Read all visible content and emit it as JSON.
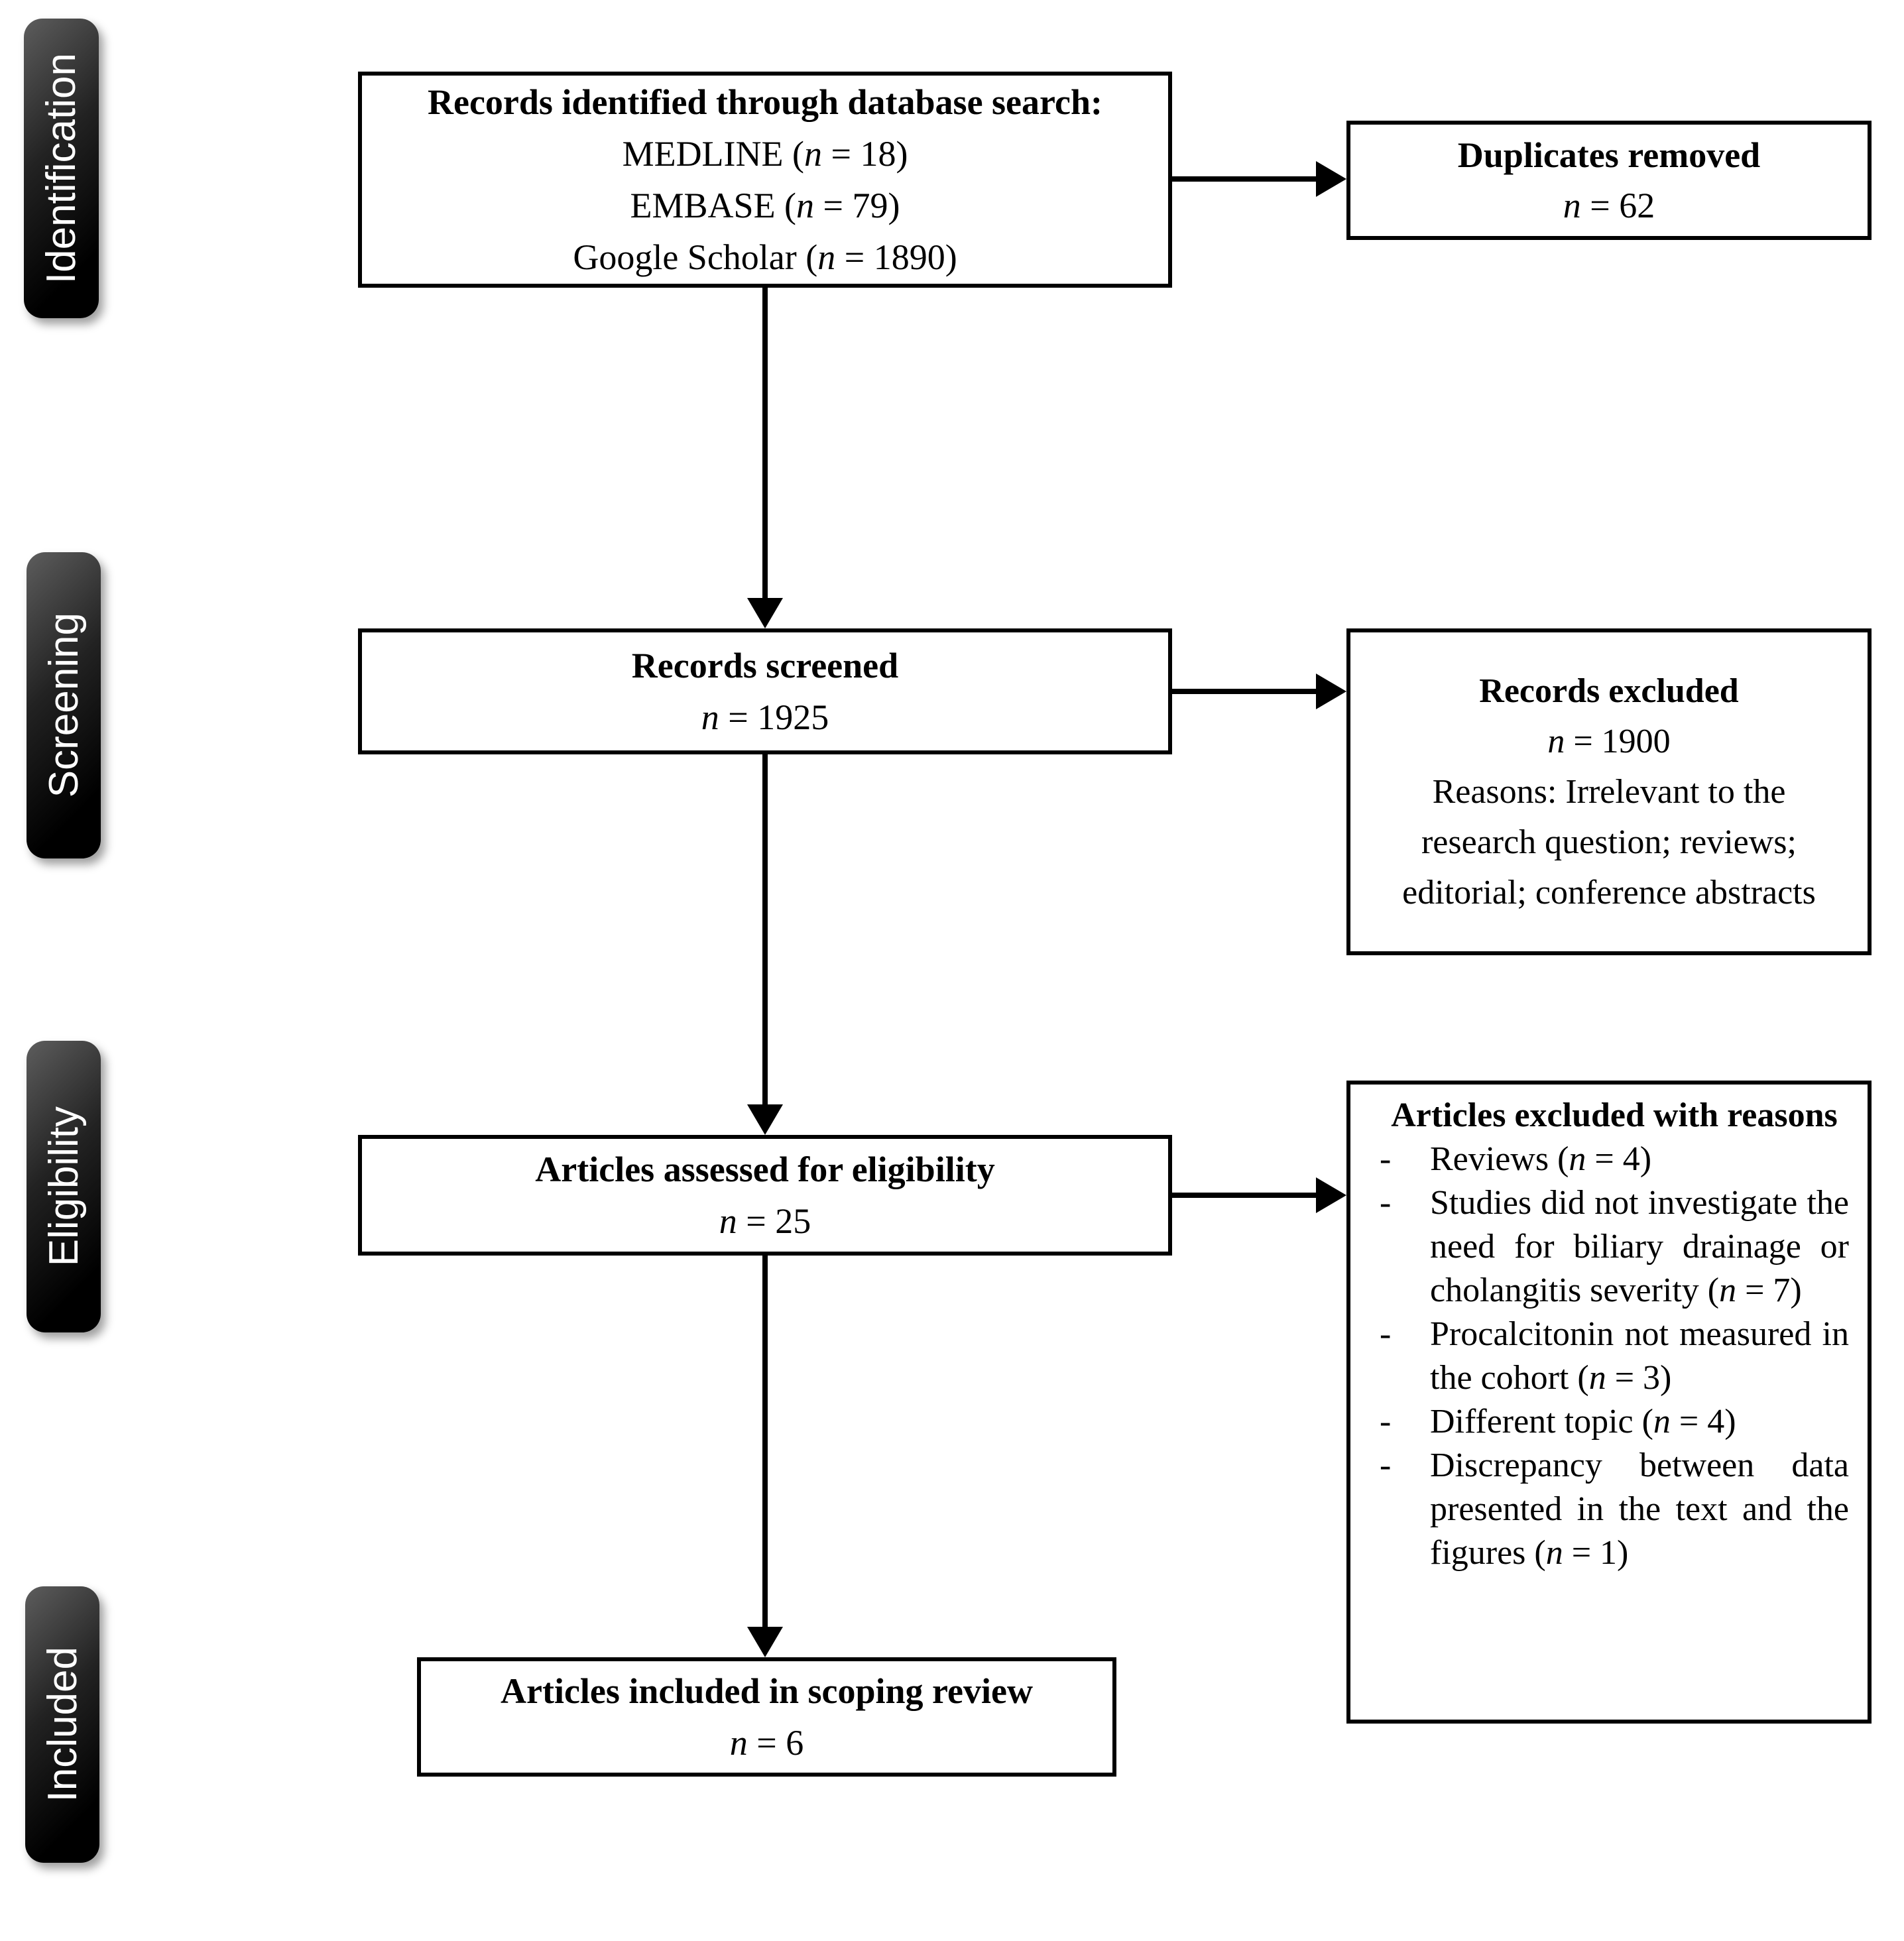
{
  "colors": {
    "page_bg": "#ffffff",
    "stage_label_bg": "#000000",
    "stage_label_text": "#ffffff",
    "box_bg": "#ffffff",
    "box_border": "#000000",
    "arrow": "#000000"
  },
  "stages": [
    "Identification",
    "Screening",
    "Eligibility",
    "Included"
  ],
  "boxes": {
    "identified": {
      "title": "Records identified through database search:",
      "sources": [
        {
          "pre": "MEDLINE (",
          "n": "n",
          "post": " = 18)"
        },
        {
          "pre": "EMBASE (",
          "n": "n",
          "post": " = 79)"
        },
        {
          "pre": "Google Scholar (",
          "n": "n",
          "post": " = 1890)"
        }
      ]
    },
    "duplicates": {
      "title": "Duplicates removed",
      "count": {
        "n": "n",
        "post": " = 62"
      }
    },
    "screened": {
      "title": "Records screened",
      "count": {
        "n": "n",
        "post": " = 1925"
      }
    },
    "records_excluded": {
      "title": "Records excluded",
      "count": {
        "n": "n",
        "post": " = 1900"
      },
      "reasons": "Reasons: Irrelevant to the research question; reviews; editorial; conference abstracts"
    },
    "assessed": {
      "title": "Articles assessed for eligibility",
      "count": {
        "n": "n",
        "post": " = 25"
      }
    },
    "articles_excluded": {
      "title": "Articles excluded with reasons",
      "bullet_marker": "-",
      "reasons": [
        {
          "pre": "Reviews (",
          "n": "n",
          "post": " = 4)"
        },
        {
          "pre": "Studies did not investigate the need for biliary drainage or cholangitis severity (",
          "n": "n",
          "post": " = 7)"
        },
        {
          "pre": "Procalcitonin not measured in the cohort (",
          "n": "n",
          "post": " = 3)"
        },
        {
          "pre": "Different topic (",
          "n": "n",
          "post": " = 4)"
        },
        {
          "pre": "Discrepancy between data presented in the text and the figures (",
          "n": "n",
          "post": " = 1)"
        }
      ]
    },
    "included": {
      "title": "Articles included in scoping review",
      "count": {
        "n": "n",
        "post": " = 6"
      }
    }
  }
}
